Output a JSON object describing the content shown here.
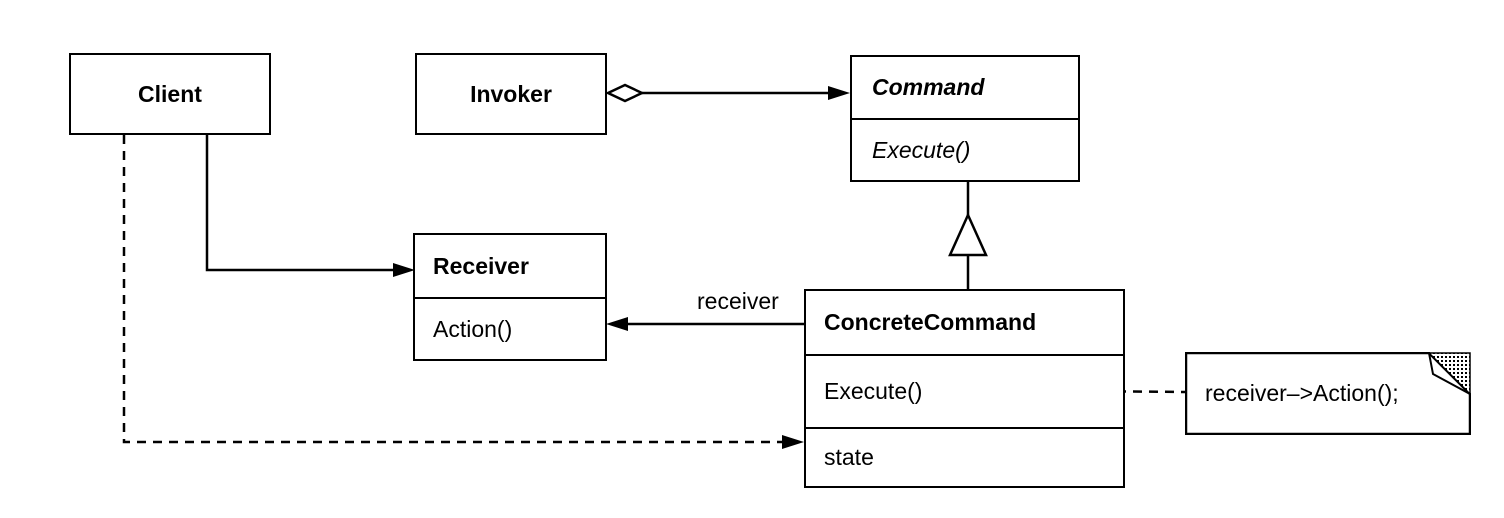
{
  "diagram": {
    "client": {
      "name": "Client"
    },
    "invoker": {
      "name": "Invoker"
    },
    "command": {
      "name": "Command",
      "operation": "Execute()"
    },
    "receiver": {
      "name": "Receiver",
      "operation": "Action()"
    },
    "concrete_command": {
      "name": "ConcreteCommand",
      "operation": "Execute()",
      "attribute": "state"
    },
    "receiver_role": "receiver",
    "note": {
      "text": "receiver–>Action();"
    }
  }
}
